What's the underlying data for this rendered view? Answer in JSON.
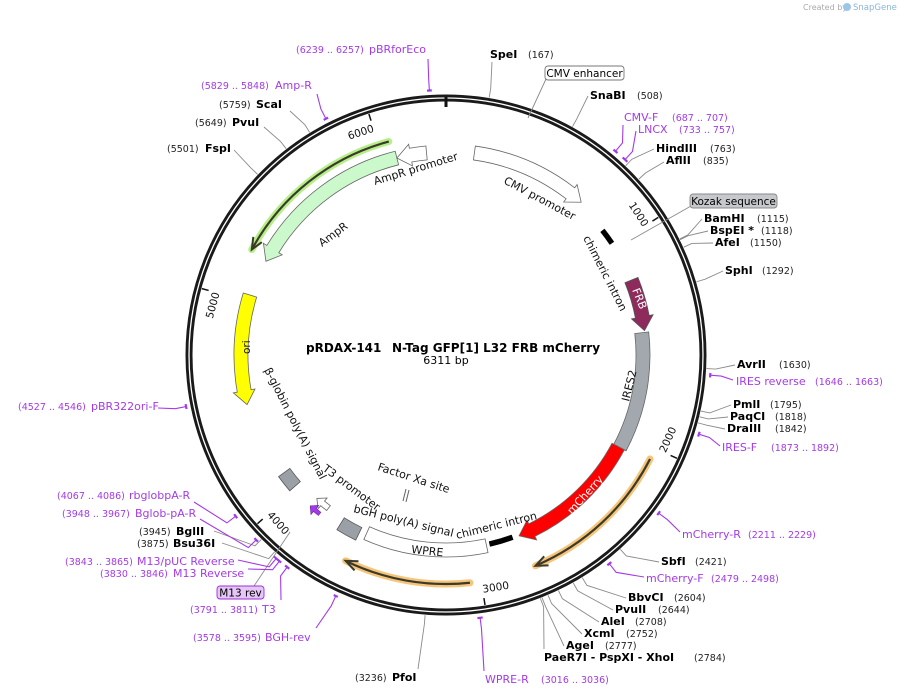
{
  "watermark": {
    "created_by": "Created by",
    "brand": "SnapGene"
  },
  "map": {
    "name": "pRDAX-141",
    "description": "N-Tag GFP[1] L32 FRB mCherry",
    "length": "6311 bp"
  },
  "ticks": [
    "1000",
    "2000",
    "3000",
    "4000",
    "5000",
    "6000"
  ],
  "sites": [
    {
      "name": "SpeI",
      "pos": "(167)"
    },
    {
      "name": "SnaBI",
      "pos": "(508)"
    },
    {
      "name": "HindIII",
      "pos": "(763)"
    },
    {
      "name": "AflII",
      "pos": "(835)"
    },
    {
      "name": "BamHI",
      "pos": "(1115)"
    },
    {
      "name": "BspEI *",
      "pos": "(1118)"
    },
    {
      "name": "AfeI",
      "pos": "(1150)"
    },
    {
      "name": "SphI",
      "pos": "(1292)"
    },
    {
      "name": "AvrII",
      "pos": "(1630)"
    },
    {
      "name": "PmlI",
      "pos": "(1795)"
    },
    {
      "name": "PaqCI",
      "pos": "(1818)"
    },
    {
      "name": "DraIII",
      "pos": "(1842)"
    },
    {
      "name": "SbfI",
      "pos": "(2421)"
    },
    {
      "name": "BbvCI",
      "pos": "(2604)"
    },
    {
      "name": "PvuII",
      "pos": "(2644)"
    },
    {
      "name": "AleI",
      "pos": "(2708)"
    },
    {
      "name": "XcmI",
      "pos": "(2752)"
    },
    {
      "name": "AgeI",
      "pos": "(2777)"
    },
    {
      "name": "PaeR7I  - PspXI  - XhoI",
      "pos": "(2784)"
    },
    {
      "name": "PfoI",
      "pos": "(3236)"
    },
    {
      "name": "Bsu36I",
      "pos": "(3875)"
    },
    {
      "name": "BglII",
      "pos": "(3945)"
    },
    {
      "name": "FspI",
      "pos": "(5501)"
    },
    {
      "name": "PvuI",
      "pos": "(5649)"
    },
    {
      "name": "ScaI",
      "pos": "(5759)"
    }
  ],
  "primers": [
    {
      "name": "pBRforEco",
      "range": "(6239 .. 6257)"
    },
    {
      "name": "Amp-R",
      "range": "(5829 .. 5848)"
    },
    {
      "name": "CMV-F",
      "range": "(687 .. 707)"
    },
    {
      "name": "LNCX",
      "range": "(733 .. 757)"
    },
    {
      "name": "IRES reverse",
      "range": "(1646 .. 1663)"
    },
    {
      "name": "IRES-F",
      "range": "(1873 .. 1892)"
    },
    {
      "name": "mCherry-R",
      "range": "(2211 .. 2229)"
    },
    {
      "name": "mCherry-F",
      "range": "(2479 .. 2498)"
    },
    {
      "name": "WPRE-R",
      "range": "(3016 .. 3036)"
    },
    {
      "name": "BGH-rev",
      "range": "(3578 .. 3595)"
    },
    {
      "name": "T3",
      "range": "(3791 .. 3811)"
    },
    {
      "name": "M13 Reverse",
      "range": "(3830 .. 3846)"
    },
    {
      "name": "M13/pUC Reverse",
      "range": "(3843 .. 3865)"
    },
    {
      "name": "Bglob-pA-R",
      "range": "(3948 .. 3967)"
    },
    {
      "name": "rbglobpA-R",
      "range": "(4067 .. 4086)"
    },
    {
      "name": "pBR322ori-F",
      "range": "(4527 .. 4546)"
    }
  ],
  "boxed_labels": {
    "cmv_enhancer": "CMV enhancer",
    "kozak": "Kozak sequence",
    "m13_rev": "M13 rev"
  },
  "features": {
    "ampr": "AmpR",
    "ampr_promoter": "AmpR promoter",
    "cmv_promoter": "CMV promoter",
    "chimeric_intron_1": "chimeric intron",
    "frb": "FRB",
    "ires2": "IRES2",
    "mcherry": "mCherry",
    "chimeric_intron_2": "chimeric intron",
    "wpre": "WPRE",
    "bgh": "bGH poly(A) signal",
    "t3_promoter": "T3 promoter",
    "factor_xa": "Factor Xa site",
    "bglobin": "β-globin poly(A) signal",
    "ori": "ori"
  },
  "colors": {
    "backbone": "#1a1a1a",
    "primer": "#a43ae6",
    "ampr": "#ccf9cc",
    "frb": "#8e2b5c",
    "ires2": "#a3a8ae",
    "mcherry": "#ff0000",
    "ori": "#ffff00",
    "polyA": "#9aa0a6",
    "translation_orange": "#f7c57a",
    "translation_green": "#b6ee88"
  }
}
